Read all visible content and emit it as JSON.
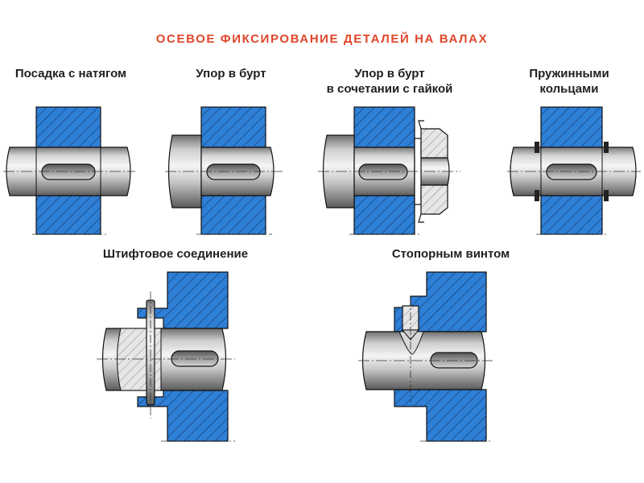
{
  "title": "ОСЕВОЕ ФИКСИРОВАНИЕ ДЕТАЛЕЙ НА ВАЛАХ",
  "methods": [
    {
      "label": "Посадка с натягом"
    },
    {
      "label": "Упор в бурт"
    },
    {
      "label": "Упор в бурт\nв сочетании с гайкой"
    },
    {
      "label": "Пружинными\nкольцами"
    },
    {
      "label": "Штифтовое соединение"
    },
    {
      "label": "Стопорным винтом"
    }
  ],
  "colors": {
    "title": "#e0462b",
    "hub_fill": "#2e7fd6",
    "hatch": "#1a3d6b",
    "shaft_light": "#f2f2f2",
    "shaft_dark": "#6e6e6e",
    "outline": "#111111"
  }
}
